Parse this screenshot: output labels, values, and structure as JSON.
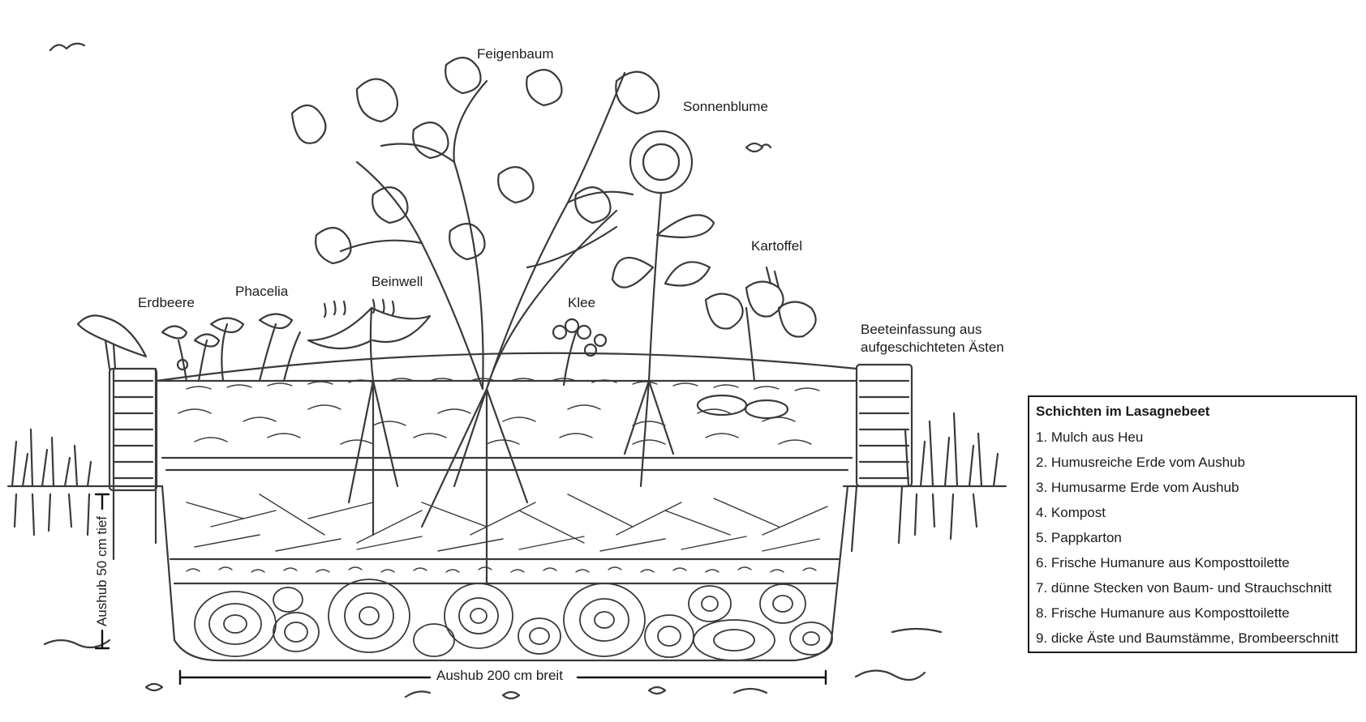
{
  "plants": {
    "feigenbaum": "Feigenbaum",
    "sonnenblume": "Sonnenblume",
    "kartoffel": "Kartoffel",
    "erdbeere": "Erdbeere",
    "phacelia": "Phacelia",
    "beinwell": "Beinwell",
    "klee": "Klee"
  },
  "border_label": {
    "line1": "Beeteinfassung aus",
    "line2": "aufgeschichteten Ästen"
  },
  "dimensions": {
    "width": "Aushub 200 cm breit",
    "depth": "Aushub 50 cm tief"
  },
  "legend": {
    "title": "Schichten im Lasagnebeet",
    "items": [
      "1. Mulch aus Heu",
      "2. Humusreiche Erde vom Aushub",
      "3. Humusarme Erde vom Aushub",
      "4. Kompost",
      "5. Pappkarton",
      "6. Frische Humanure aus Komposttoilette",
      "7. dünne Stecken von Baum- und Strauchschnitt",
      "8. Frische Humanure aus Komposttoilette",
      "9. dicke Äste und Baumstämme, Brombeerschnitt"
    ]
  }
}
